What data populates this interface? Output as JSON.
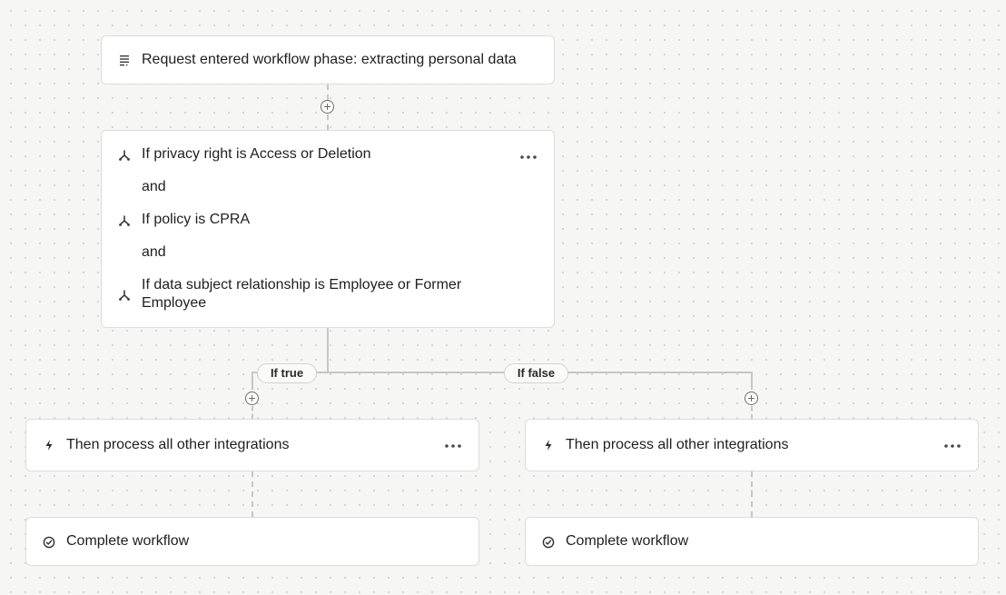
{
  "trigger": {
    "label": "Request entered workflow phase: extracting personal data",
    "icon": "list-icon"
  },
  "condition_card": {
    "conditions": [
      {
        "label": "If privacy right is Access or Deletion",
        "icon": "branch-icon"
      },
      {
        "label": "If policy is CPRA",
        "icon": "branch-icon"
      },
      {
        "label": "If data subject relationship is Employee or Former Employee",
        "icon": "branch-icon"
      }
    ],
    "joiners": [
      "and",
      "and"
    ],
    "menu_icon": "more-horizontal-icon"
  },
  "branches": {
    "true": {
      "label": "If true",
      "action": {
        "label": "Then process all other integrations",
        "icon": "bolt-icon"
      },
      "final": {
        "label": "Complete workflow",
        "icon": "check-circle-icon"
      }
    },
    "false": {
      "label": "If false",
      "action": {
        "label": "Then process all other integrations",
        "icon": "bolt-icon"
      },
      "final": {
        "label": "Complete workflow",
        "icon": "check-circle-icon"
      }
    }
  }
}
